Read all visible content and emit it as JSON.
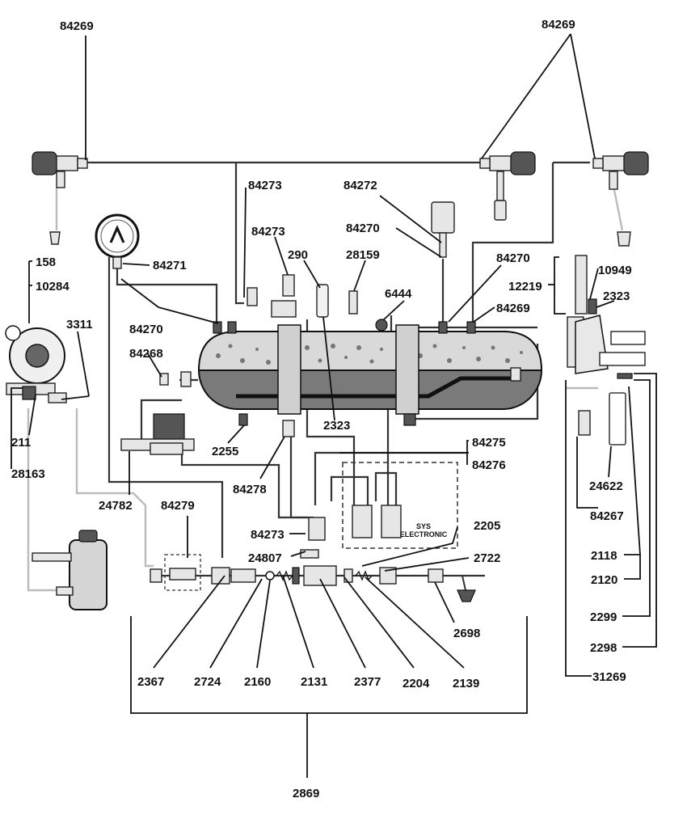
{
  "diagram": {
    "labels": {
      "l84269a": "84269",
      "l84269b": "84269",
      "l84273a": "84273",
      "l84272": "84272",
      "l84273b": "84273",
      "l84270a": "84270",
      "l290": "290",
      "l28159": "28159",
      "l84271": "84271",
      "l158": "158",
      "l10284": "10284",
      "l3311": "3311",
      "l84270b": "84270",
      "l84270c": "84270",
      "l6444": "6444",
      "l84269c": "84269",
      "l10949": "10949",
      "l12219": "12219",
      "l2323a": "2323",
      "l84268": "84268",
      "l2323b": "2323",
      "l211": "211",
      "l28163": "28163",
      "l2255": "2255",
      "l84275": "84275",
      "l84276": "84276",
      "l24782": "24782",
      "l84278": "84278",
      "l84279": "84279",
      "l24622": "24622",
      "l84267": "84267",
      "l84273c": "84273",
      "l2205": "2205",
      "l24807": "24807",
      "l2722": "2722",
      "l2118": "2118",
      "l2120": "2120",
      "l2698": "2698",
      "l2299": "2299",
      "l2298": "2298",
      "l31269": "31269",
      "l2367": "2367",
      "l2724": "2724",
      "l2160": "2160",
      "l2131": "2131",
      "l2377": "2377",
      "l2204": "2204",
      "l2139": "2139",
      "l2869": "2869",
      "sys_line1": "SYS",
      "sys_line2": "ELECTRONIC"
    },
    "colors": {
      "boiler": "#6f6f6f",
      "boiler_top": "#d9d9d9",
      "bracket": "#cfcfcf",
      "line": "#111111"
    }
  }
}
